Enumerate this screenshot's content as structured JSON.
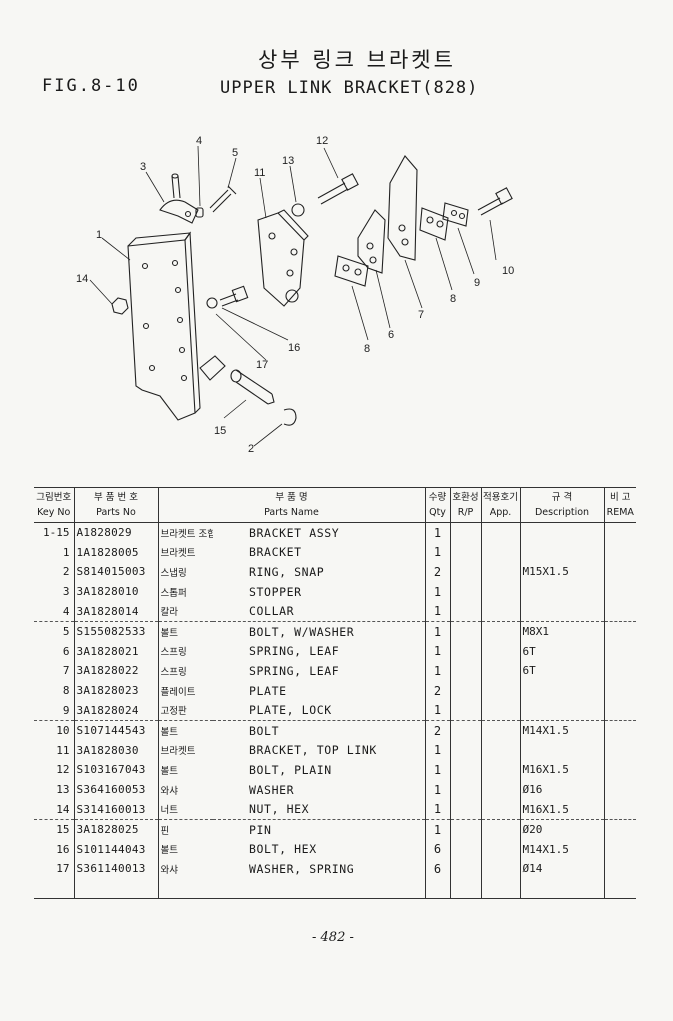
{
  "header": {
    "title_korean": "상부 링크 브라켓트",
    "figure_number": "FIG.8-10",
    "title_english": "UPPER LINK BRACKET(828)"
  },
  "diagram": {
    "callouts": [
      "4",
      "5",
      "12",
      "3",
      "13",
      "11",
      "1",
      "14",
      "10",
      "9",
      "8",
      "7",
      "6",
      "8",
      "16",
      "17",
      "15",
      "2"
    ]
  },
  "table": {
    "headers": {
      "key_no_ko": "그림번호",
      "key_no_en": "Key No",
      "part_no_ko": "부 품 번 호",
      "part_no_en": "Parts No",
      "part_name_ko": "부 품 명",
      "part_name_en": "Parts Name",
      "qty_ko": "수량",
      "qty_en": "Qty",
      "rp_ko": "호환성",
      "rp_en": "R/P",
      "app_ko": "적용호기",
      "app_en": "App.",
      "desc_ko": "규 격",
      "desc_en": "Description",
      "remark_ko": "비 고",
      "remark_en": "REMA"
    },
    "rows": [
      {
        "key": "1-15",
        "part_no": "A1828029",
        "name_ko": "브라켓트 조합",
        "name_en": "BRACKET ASSY",
        "qty": "1",
        "desc": ""
      },
      {
        "key": "1",
        "part_no": "1A1828005",
        "name_ko": "브라켓트",
        "name_en": "BRACKET",
        "qty": "1",
        "desc": ""
      },
      {
        "key": "2",
        "part_no": "S814015003",
        "name_ko": "스냅링",
        "name_en": "RING, SNAP",
        "qty": "2",
        "desc": "M15X1.5"
      },
      {
        "key": "3",
        "part_no": "3A1828010",
        "name_ko": "스톱퍼",
        "name_en": "STOPPER",
        "qty": "1",
        "desc": ""
      },
      {
        "key": "4",
        "part_no": "3A1828014",
        "name_ko": "칼라",
        "name_en": "COLLAR",
        "qty": "1",
        "desc": ""
      },
      {
        "key": "5",
        "part_no": "S155082533",
        "name_ko": "볼트",
        "name_en": "BOLT, W/WASHER",
        "qty": "1",
        "desc": "M8X1"
      },
      {
        "key": "6",
        "part_no": "3A1828021",
        "name_ko": "스프링",
        "name_en": "SPRING, LEAF",
        "qty": "1",
        "desc": "6T"
      },
      {
        "key": "7",
        "part_no": "3A1828022",
        "name_ko": "스프링",
        "name_en": "SPRING, LEAF",
        "qty": "1",
        "desc": "6T"
      },
      {
        "key": "8",
        "part_no": "3A1828023",
        "name_ko": "플레이트",
        "name_en": "PLATE",
        "qty": "2",
        "desc": ""
      },
      {
        "key": "9",
        "part_no": "3A1828024",
        "name_ko": "고정판",
        "name_en": "PLATE, LOCK",
        "qty": "1",
        "desc": ""
      },
      {
        "key": "10",
        "part_no": "S107144543",
        "name_ko": "볼트",
        "name_en": "BOLT",
        "qty": "2",
        "desc": "M14X1.5"
      },
      {
        "key": "11",
        "part_no": "3A1828030",
        "name_ko": "브라켓트",
        "name_en": "BRACKET, TOP LINK",
        "qty": "1",
        "desc": ""
      },
      {
        "key": "12",
        "part_no": "S103167043",
        "name_ko": "볼트",
        "name_en": "BOLT, PLAIN",
        "qty": "1",
        "desc": "M16X1.5"
      },
      {
        "key": "13",
        "part_no": "S364160053",
        "name_ko": "와샤",
        "name_en": "WASHER",
        "qty": "1",
        "desc": "Ø16"
      },
      {
        "key": "14",
        "part_no": "S314160013",
        "name_ko": "너트",
        "name_en": "NUT, HEX",
        "qty": "1",
        "desc": "M16X1.5"
      },
      {
        "key": "15",
        "part_no": "3A1828025",
        "name_ko": "핀",
        "name_en": "PIN",
        "qty": "1",
        "desc": "Ø20"
      },
      {
        "key": "16",
        "part_no": "S101144043",
        "name_ko": "볼트",
        "name_en": "BOLT, HEX",
        "qty": "6",
        "desc": "M14X1.5"
      },
      {
        "key": "17",
        "part_no": "S361140013",
        "name_ko": "와샤",
        "name_en": "WASHER, SPRING",
        "qty": "6",
        "desc": "Ø14"
      }
    ]
  },
  "footer": {
    "page_number": "- 482 -"
  }
}
